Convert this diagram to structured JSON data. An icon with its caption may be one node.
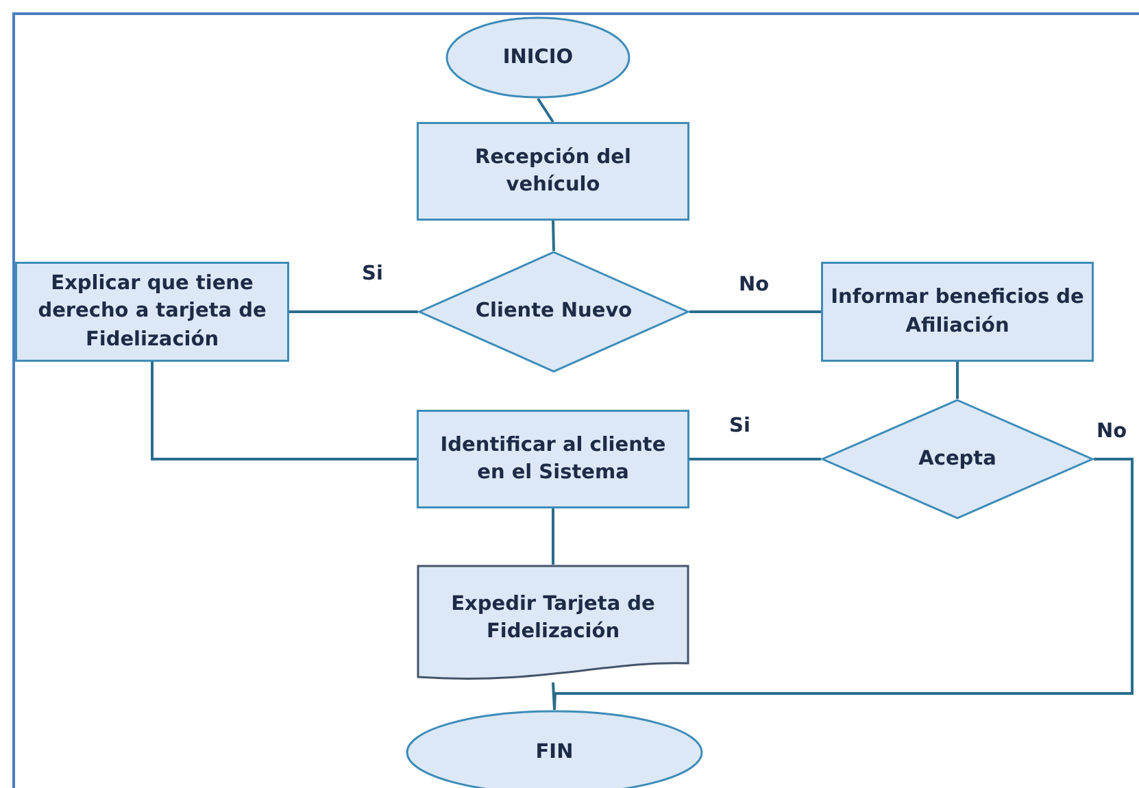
{
  "diagram": {
    "nodes": [
      {
        "text": [
          "INICIO"
        ]
      },
      {
        "text": [
          "Recepción del vehículo"
        ]
      },
      {
        "text": [
          "Cliente Nuevo"
        ]
      },
      {
        "text": [
          "Explicar que tiene derecho a tarjeta de Fidelización"
        ]
      },
      {
        "text": [
          "Informar beneficios de Afiliación"
        ]
      },
      {
        "text": [
          "Identificar al cliente en el Sistema"
        ]
      },
      {
        "text": [
          "Acepta"
        ]
      },
      {
        "text": [
          "Expedir Tarjeta de Fidelización"
        ]
      },
      {
        "text": [
          "FIN"
        ]
      }
    ],
    "edges": [
      {
        "from": 0,
        "to": 1,
        "arrow": "none"
      },
      {
        "from": 1,
        "to": 2,
        "arrow": "none"
      },
      {
        "from": 2,
        "to": 3,
        "arrow": "none",
        "label": "Si"
      },
      {
        "from": 2,
        "to": 4,
        "arrow": "none",
        "label": "No"
      },
      {
        "from": 3,
        "to": 5,
        "arrow": "none"
      },
      {
        "from": 4,
        "to": 6,
        "arrow": "none"
      },
      {
        "from": 6,
        "to": 5,
        "arrow": "none",
        "label": "Si"
      },
      {
        "from": 5,
        "to": 7,
        "arrow": "none"
      },
      {
        "from": 7,
        "to": 8,
        "arrow": "none"
      },
      {
        "from": 6,
        "to": 8,
        "arrow": "none",
        "label": "No"
      }
    ]
  }
}
